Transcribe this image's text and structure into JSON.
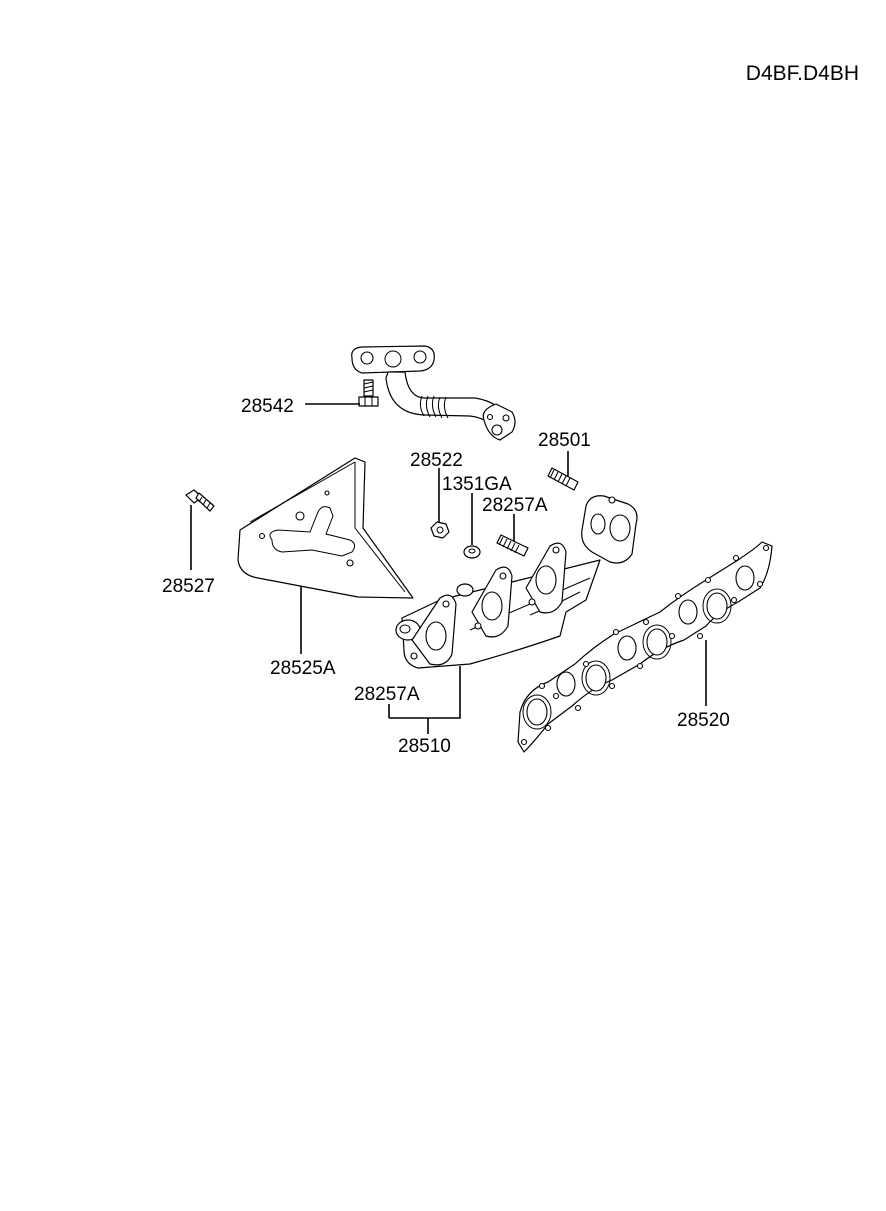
{
  "engine_code": "D4BF.D4BH",
  "callouts": {
    "exhaust_pipe_bolt": "28542",
    "stud_upper": "28501",
    "nut": "28522",
    "washer": "1351GA",
    "stud_mid": "28257A",
    "heat_protector_bolt": "28527",
    "heat_protector": "28525A",
    "stud_lower": "28257A",
    "exhaust_manifold": "28510",
    "manifold_gasket": "28520"
  }
}
